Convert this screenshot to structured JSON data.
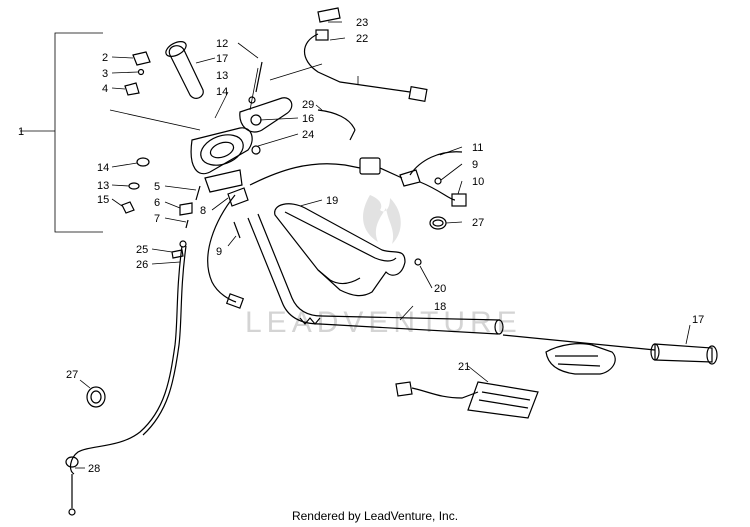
{
  "watermark": "LEADVENTURE",
  "footer": "Rendered by LeadVenture, Inc.",
  "callouts": {
    "c1": "1",
    "c2": "2",
    "c3": "3",
    "c4": "4",
    "c5": "5",
    "c6": "6",
    "c7": "7",
    "c8": "8",
    "c9a": "9",
    "c9b": "9",
    "c10": "10",
    "c11": "11",
    "c12": "12",
    "c13a": "13",
    "c13b": "13",
    "c14a": "14",
    "c14b": "14",
    "c15": "15",
    "c16": "16",
    "c17a": "17",
    "c17b": "17",
    "c18": "18",
    "c19": "19",
    "c20": "20",
    "c21": "21",
    "c22": "22",
    "c23": "23",
    "c24": "24",
    "c25": "25",
    "c26": "26",
    "c27a": "27",
    "c27b": "27",
    "c28": "28",
    "c29": "29"
  }
}
